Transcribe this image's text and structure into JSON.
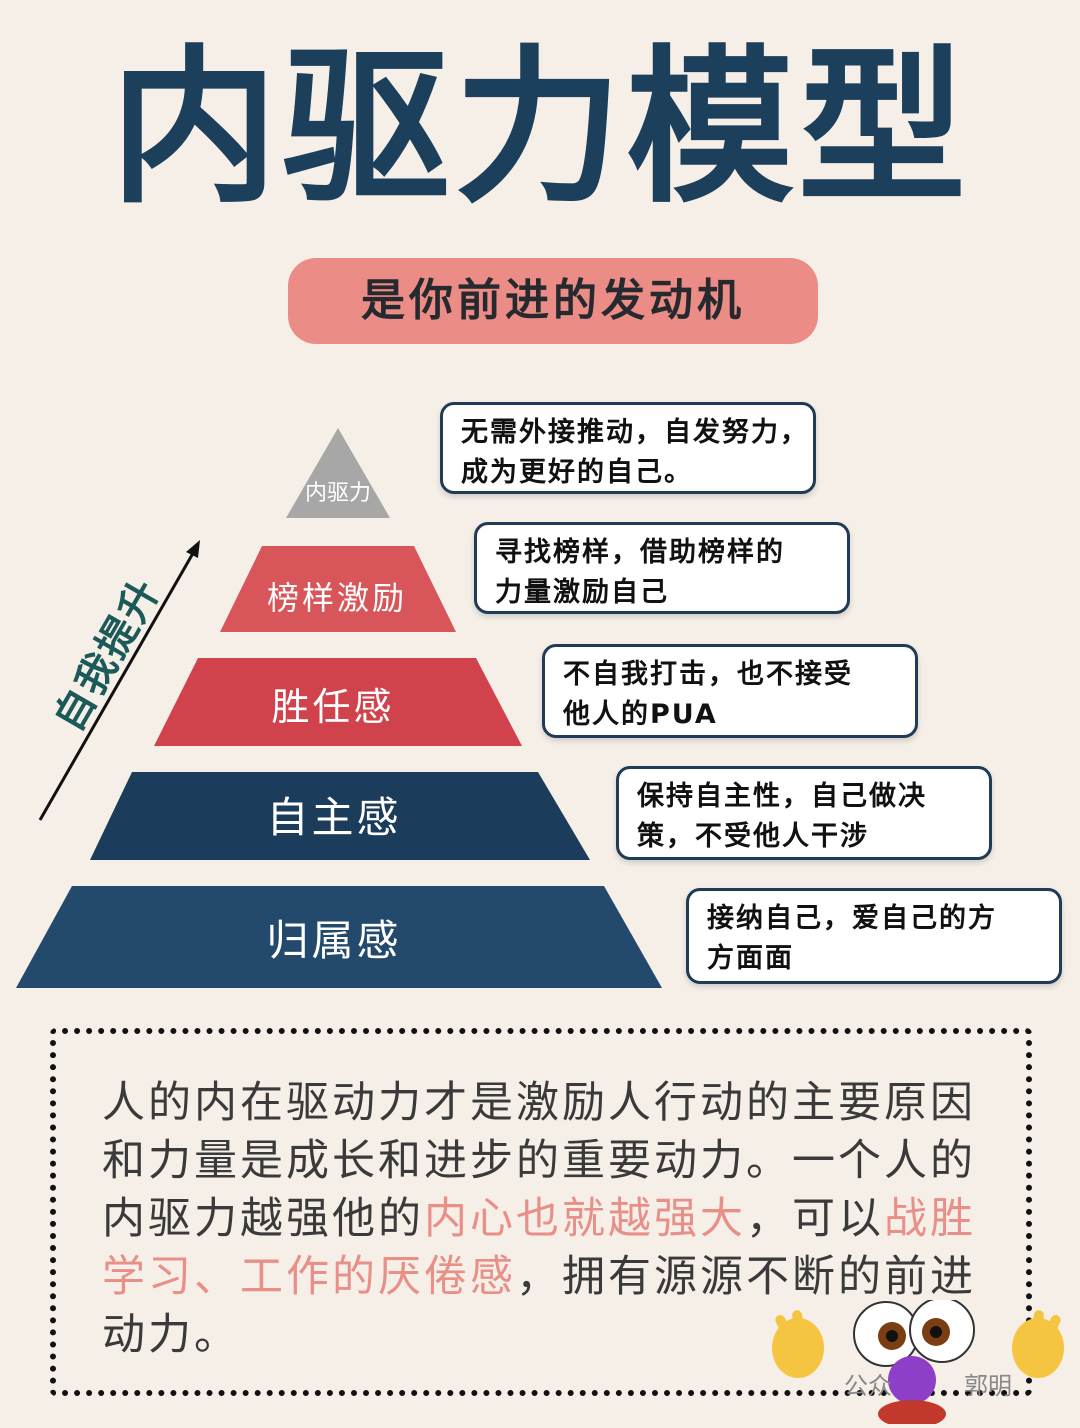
{
  "title": "内驱力模型",
  "subtitle": "是你前进的发动机",
  "arrow_label": "自我提升",
  "levels": [
    {
      "label": "内驱力",
      "color": "#a7a7a7",
      "note": [
        "无需外接推动，自发努力，",
        "成为更好的自己。"
      ]
    },
    {
      "label": "榜样激励",
      "color": "#d8565a",
      "note": [
        "寻找榜样，借助榜样的",
        "力量激励自己"
      ]
    },
    {
      "label": "胜任感",
      "color": "#d0434c",
      "note": [
        "不自我打击，也不接受",
        "他人的PUA"
      ]
    },
    {
      "label": "自主感",
      "color": "#1b3d5b",
      "note": [
        "保持自主性，自己做决",
        "策，不受他人干涉"
      ]
    },
    {
      "label": "归属感",
      "color": "#234a6d",
      "note": [
        "接纳自己，爱自己的方",
        "方面面"
      ]
    }
  ],
  "summary": {
    "line1": "人的内在驱动力才是激励人行动的主要原因",
    "line2": "和力量是成长和进步的重要动力。一个人的",
    "line3a": "内驱力越强他的",
    "line3b": "内心也就越强大",
    "line3c": "，可以",
    "line3d": "战胜",
    "line4a": "学习、工作的厌倦感",
    "line4b": "，拥有源源不断的前进",
    "line5": "动力。"
  },
  "watermark": {
    "left": "公众",
    "right": "郭明"
  },
  "colors": {
    "title": "#1c3f5c",
    "subtitle_bg": "#eb8c86",
    "highlight": "#e88f88",
    "arrow_text": "#1c5a5a"
  }
}
